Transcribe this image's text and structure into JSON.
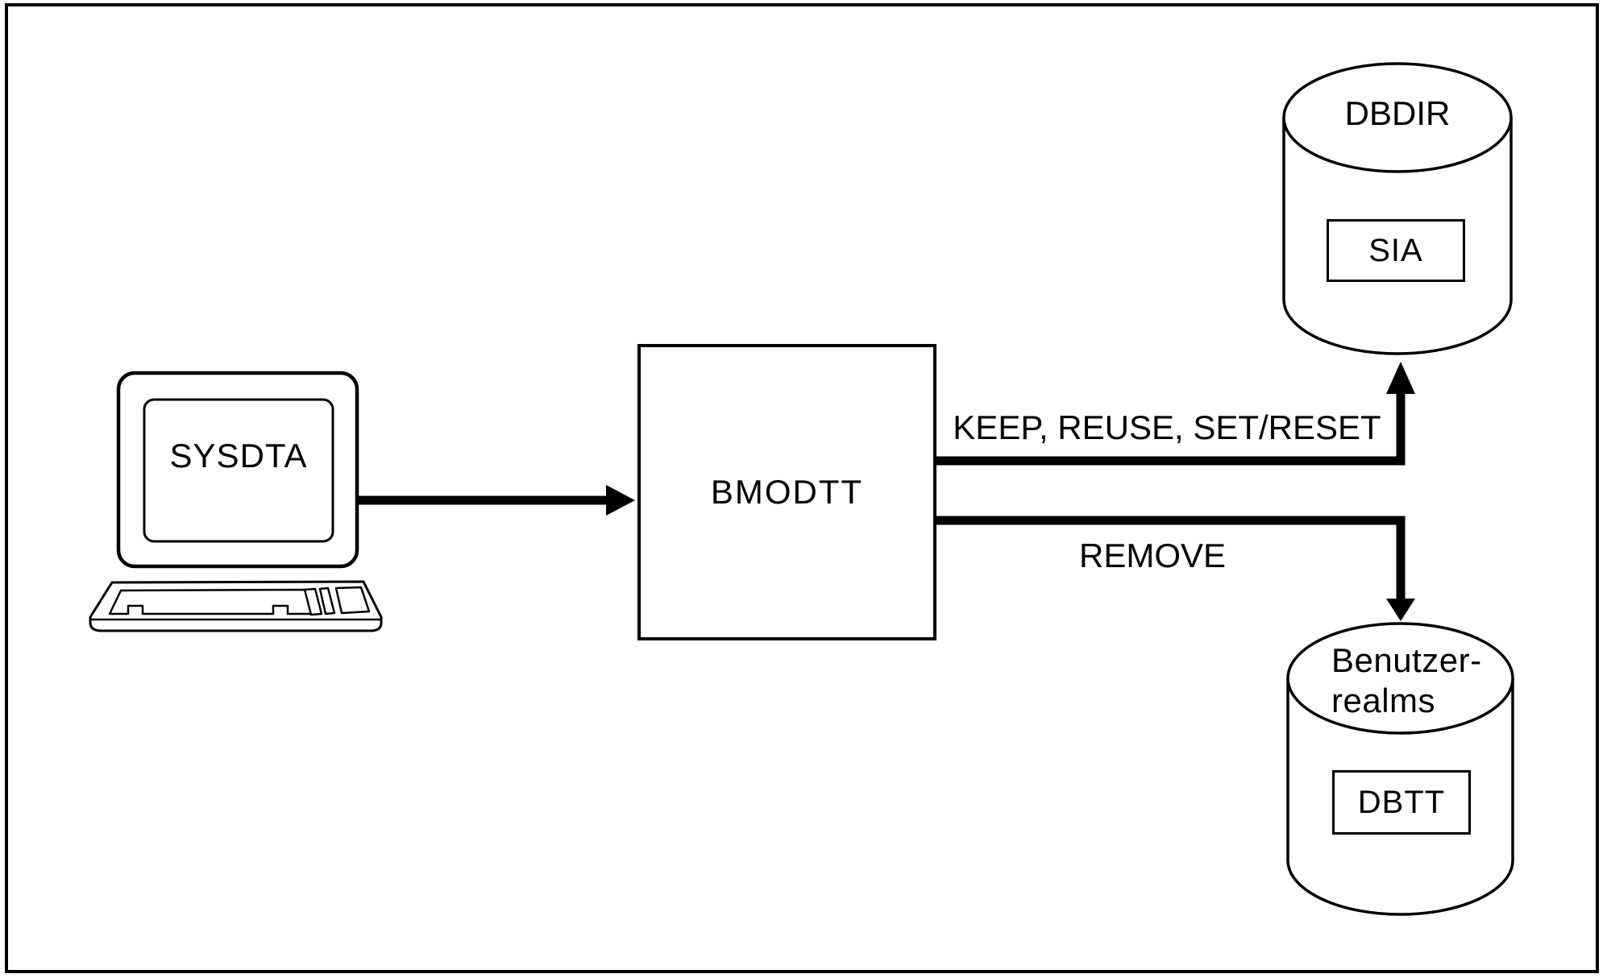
{
  "colors": {
    "ink": "#000000",
    "paper": "#ffffff"
  },
  "nodes": {
    "terminal": {
      "label": "SYSDTA"
    },
    "program": {
      "label": "BMODTT"
    },
    "database_top": {
      "name": "DBDIR",
      "content": "SIA"
    },
    "database_bottom": {
      "name_line1": "Benutzer-",
      "name_line2": "realms",
      "content": "DBTT"
    }
  },
  "edges": {
    "program_to_dbdir_label": "KEEP, REUSE, SET/RESET",
    "program_to_realms_label": "REMOVE"
  }
}
